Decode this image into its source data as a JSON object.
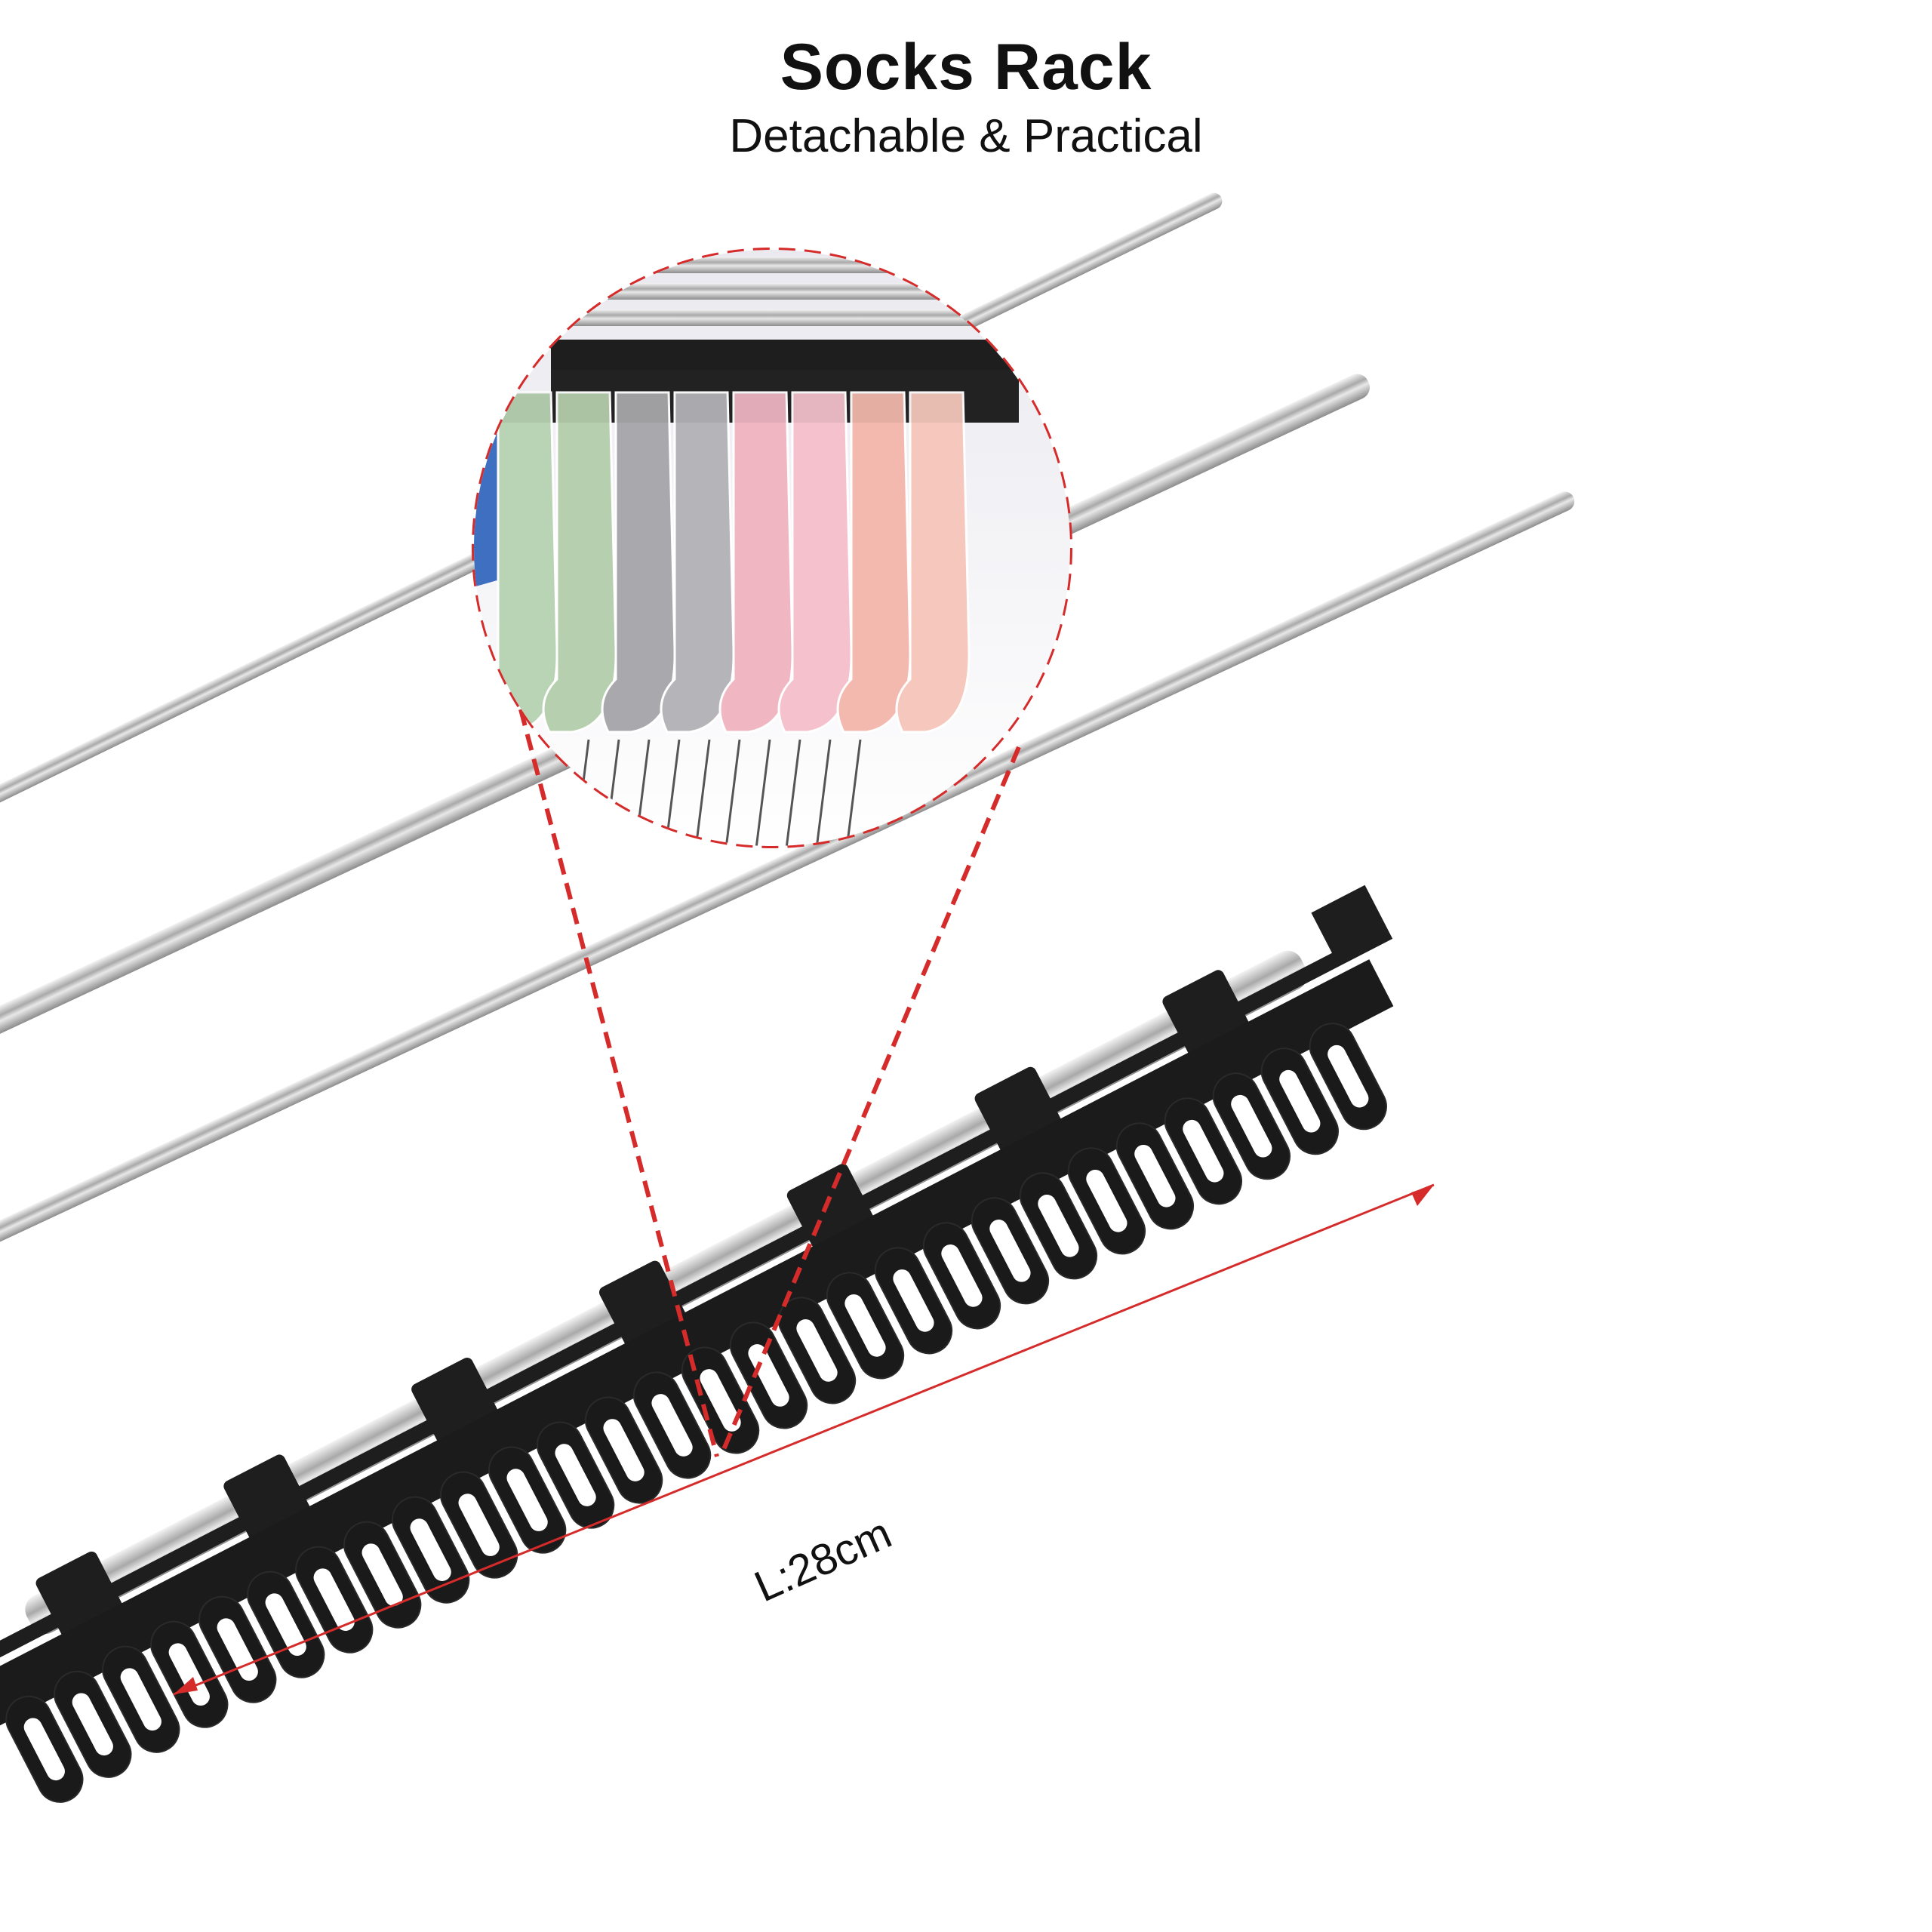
{
  "header": {
    "title": "Socks Rack",
    "subtitle": "Detachable & Practical"
  },
  "dimension": {
    "label": "L:28cm"
  },
  "colors": {
    "callout_dashes": "#d62b2b",
    "rack_black": "#1e1e1e",
    "steel": "#c8c8c8"
  },
  "callout": {
    "content": "detail-zoom-of-socks-hanging-on-rack",
    "sock_colors": [
      "#b9d4b4",
      "#b6cfae",
      "#a9a9ad",
      "#b5b5b9",
      "#f0b7c3",
      "#f4c1cc",
      "#f3b9ae",
      "#f6c8bd"
    ]
  }
}
